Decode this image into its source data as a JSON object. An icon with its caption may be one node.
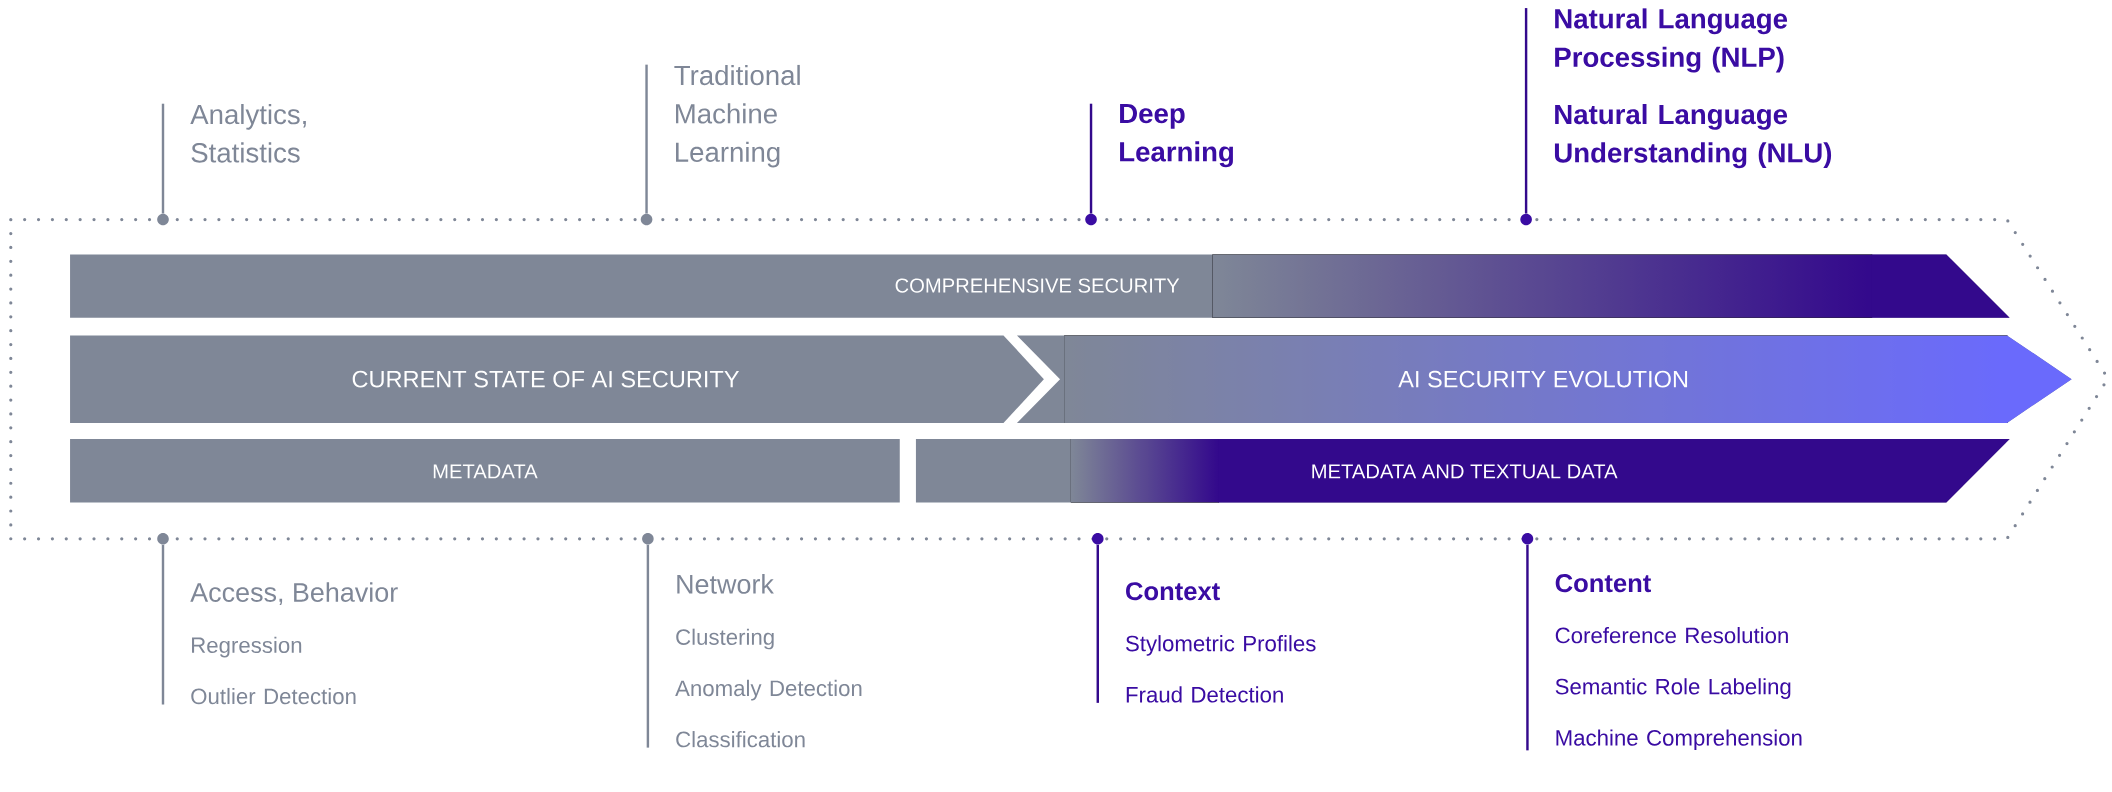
{
  "diagram": {
    "nodes": [
      {
        "text": [
          "COMPREHENSIVE SECURITY"
        ]
      },
      {
        "text": [
          "CURRENT  STATE OF AI SECURITY"
        ]
      },
      {
        "text": [
          "AI SECURITY EVOLUTION"
        ]
      },
      {
        "text": [
          "METADATA"
        ]
      },
      {
        "text": [
          "METADATA AND TEXTUAL DATA"
        ]
      },
      {
        "text": [
          "Analytics, Statistics"
        ]
      },
      {
        "text": [
          "Traditional Machine Learning"
        ]
      },
      {
        "text": [
          "Deep Learning"
        ]
      },
      {
        "text": [
          "Natural Language Processing (NLP)",
          "Natural Language Understanding (NLU)"
        ]
      },
      {
        "text": [
          "Access, Behavior",
          "Regression",
          "Outlier Detection"
        ]
      },
      {
        "text": [
          "Network",
          "Clustering",
          "Anomaly Detection",
          "Classification"
        ]
      },
      {
        "text": [
          "Context",
          "Stylometric Profiles",
          "Fraud Detection"
        ]
      },
      {
        "text": [
          "Content",
          "Coreference Resolution",
          "Semantic Role Labeling",
          "Machine Comprehension"
        ]
      },
      {
        "text": [],
        "shape": "circle"
      },
      {
        "text": [],
        "shape": "circle"
      },
      {
        "text": [],
        "shape": "circle"
      },
      {
        "text": [],
        "shape": "circle"
      },
      {
        "text": [],
        "shape": "circle"
      },
      {
        "text": [],
        "shape": "circle"
      },
      {
        "text": [],
        "shape": "circle"
      },
      {
        "text": [],
        "shape": "circle"
      }
    ],
    "edges": [
      {
        "from": 5,
        "to": 13,
        "arrow": "none"
      },
      {
        "from": 6,
        "to": 14,
        "arrow": "none"
      },
      {
        "from": 7,
        "to": 15,
        "arrow": "none",
        "color": "#33098c"
      },
      {
        "from": 8,
        "to": 16,
        "arrow": "none",
        "color": "#33098c"
      },
      {
        "from": 9,
        "to": 17,
        "arrow": "none"
      },
      {
        "from": 10,
        "to": 18,
        "arrow": "none"
      },
      {
        "from": 11,
        "to": 19,
        "arrow": "none",
        "color": "#33098c"
      },
      {
        "from": 12,
        "to": 20,
        "arrow": "none",
        "color": "#33098c"
      }
    ]
  }
}
